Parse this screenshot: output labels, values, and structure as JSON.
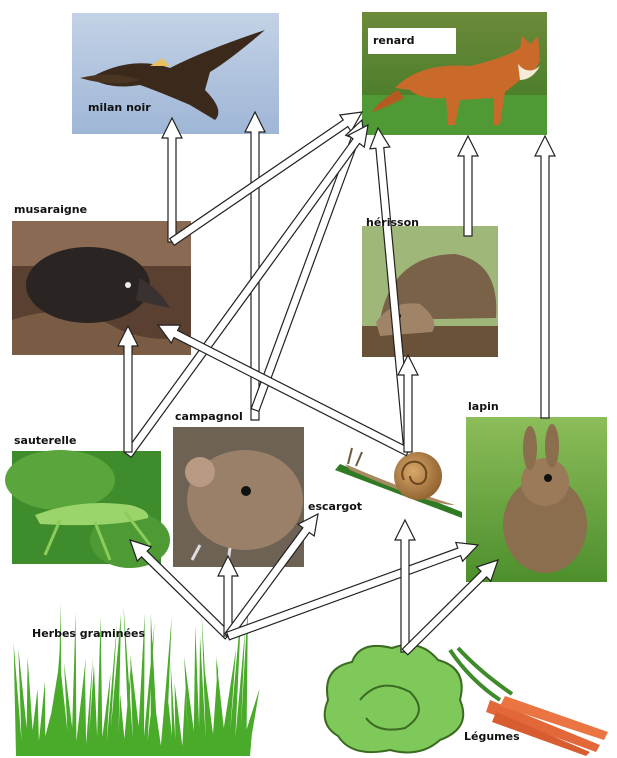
{
  "diagram": {
    "nodes": {
      "milan_noir": "milan noir",
      "renard": "renard",
      "musaraigne": "musaraigne",
      "herisson": "hérisson",
      "campagnol": "campagnol",
      "sauterelle": "sauterelle",
      "escargot": "escargot",
      "lapin": "lapin",
      "herbes": "Herbes graminées",
      "legumes": "Légumes"
    },
    "edges": [
      {
        "from": "musaraigne",
        "to": "milan_noir"
      },
      {
        "from": "campagnol",
        "to": "milan_noir"
      },
      {
        "from": "musaraigne",
        "to": "renard"
      },
      {
        "from": "campagnol",
        "to": "renard"
      },
      {
        "from": "sauterelle",
        "to": "renard"
      },
      {
        "from": "escargot",
        "to": "renard"
      },
      {
        "from": "herisson",
        "to": "renard"
      },
      {
        "from": "lapin",
        "to": "renard"
      },
      {
        "from": "sauterelle",
        "to": "musaraigne"
      },
      {
        "from": "escargot",
        "to": "musaraigne"
      },
      {
        "from": "escargot",
        "to": "herisson"
      },
      {
        "from": "herbes",
        "to": "sauterelle"
      },
      {
        "from": "herbes",
        "to": "campagnol"
      },
      {
        "from": "herbes",
        "to": "escargot"
      },
      {
        "from": "herbes",
        "to": "lapin"
      },
      {
        "from": "legumes",
        "to": "escargot"
      },
      {
        "from": "legumes",
        "to": "lapin"
      }
    ],
    "colors": {
      "sky": "#a9bfdc",
      "grass_green": "#4f8a2c",
      "leaf_green": "#62b04a",
      "fox_orange": "#c9692a",
      "lettuce": "#7fc85a",
      "carrot": "#e2683a",
      "arrow_fill": "#ffffff",
      "arrow_stroke": "#222222"
    }
  }
}
